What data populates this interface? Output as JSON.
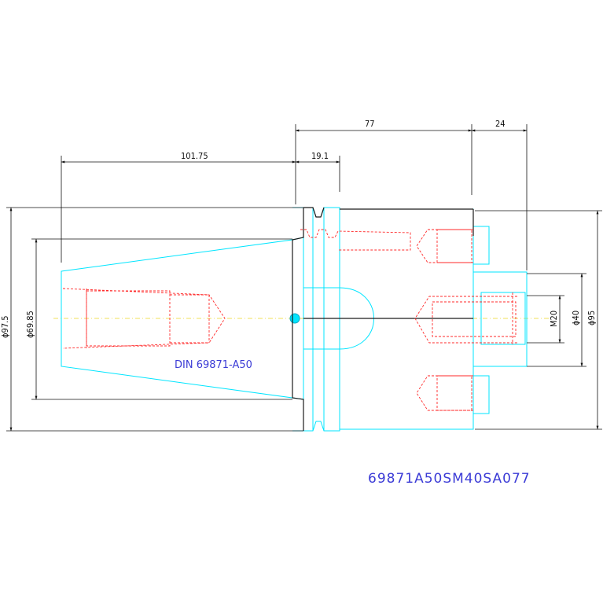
{
  "drawing": {
    "designation_label": "DIN 69871-A50",
    "part_number": "69871A50SM40SA077",
    "dimensions": {
      "d_97_5": "ϕ97.5",
      "d_69_85": "ϕ69.85",
      "len_101_75": "101.75",
      "len_19_1": "19.1",
      "len_77": "77",
      "len_24": "24",
      "thread_m20": "M20",
      "d_40": "ϕ40",
      "d_95": "ϕ95"
    }
  }
}
